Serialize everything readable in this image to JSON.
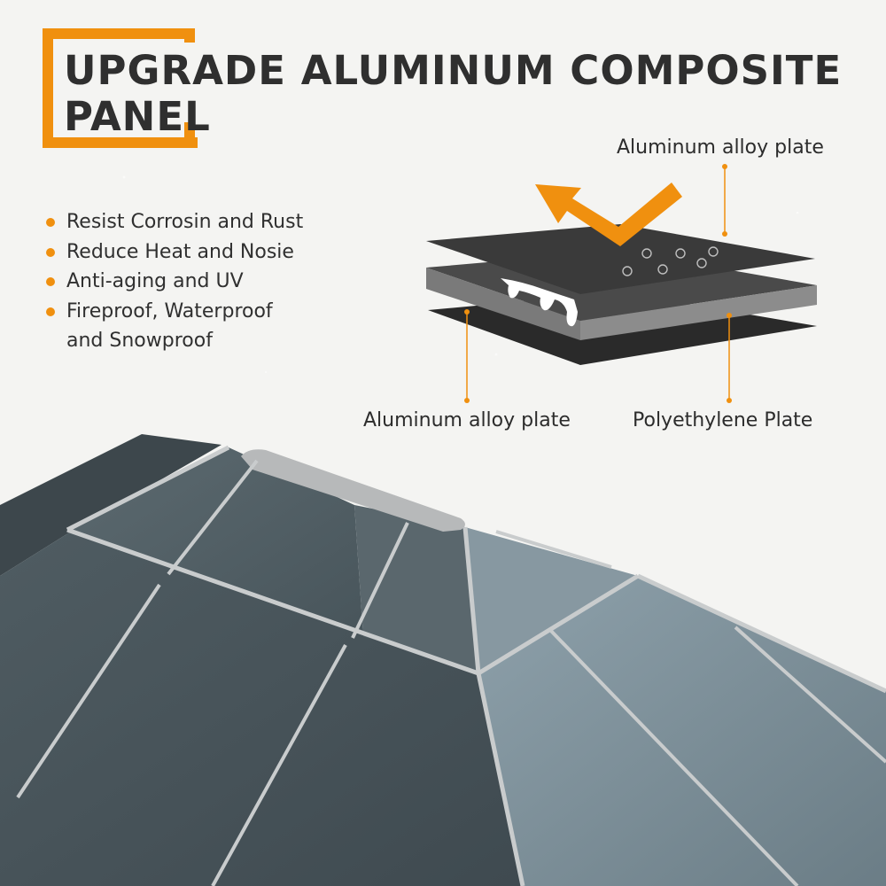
{
  "title": "UPGRADE ALUMINUM COMPOSITE\nPANEL",
  "title_line1": "UPGRADE ALUMINUM COMPOSITE",
  "title_line2": "PANEL",
  "features": [
    "Resist Corrosin and Rust",
    "Reduce Heat and Nosie",
    "Anti-aging and UV",
    "Fireproof, Waterproof\nand Snowproof"
  ],
  "diagram_labels": {
    "top": "Aluminum alloy plate",
    "bottom_left": "Aluminum alloy plate",
    "bottom_right": "Polyethylene Plate"
  },
  "colors": {
    "accent": "#f0900f",
    "text": "#2f2f2f",
    "background": "#f4f4f2",
    "panel_dark": "#3b3b3b",
    "roof_panel": "#56646b"
  }
}
